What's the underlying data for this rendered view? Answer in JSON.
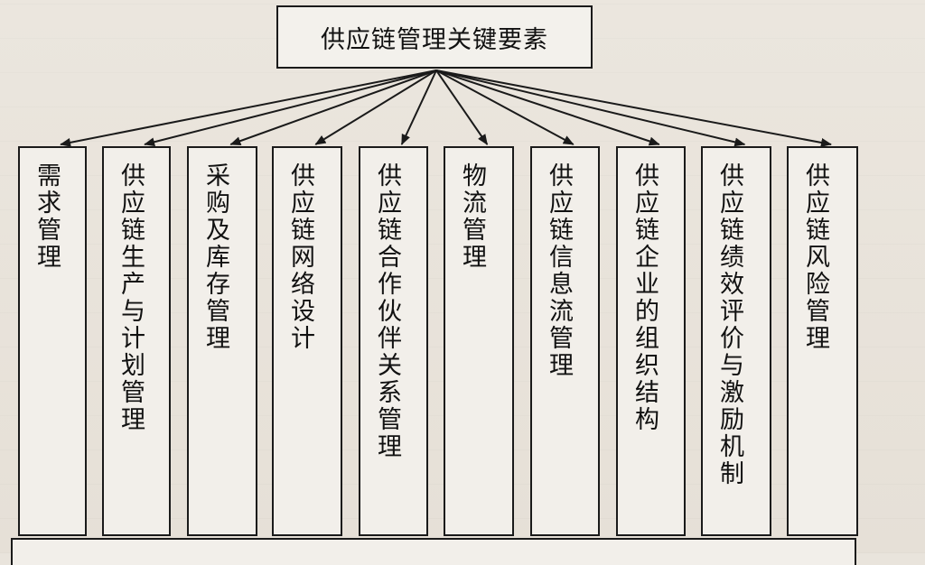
{
  "root": {
    "label": "供应链管理关键要素"
  },
  "elements": [
    {
      "label": "需求管理"
    },
    {
      "label": "供应链生产与计划管理"
    },
    {
      "label": "采购及库存管理"
    },
    {
      "label": "供应链网络设计"
    },
    {
      "label": "供应链合作伙伴关系管理"
    },
    {
      "label": "物流管理"
    },
    {
      "label": "供应链信息流管理"
    },
    {
      "label": "供应链企业的组织结构"
    },
    {
      "label": "供应链绩效评价与激励机制"
    },
    {
      "label": "供应链风险管理"
    }
  ],
  "colors": {
    "line": "#1a1a1a",
    "box_fill": "#f2efea"
  }
}
